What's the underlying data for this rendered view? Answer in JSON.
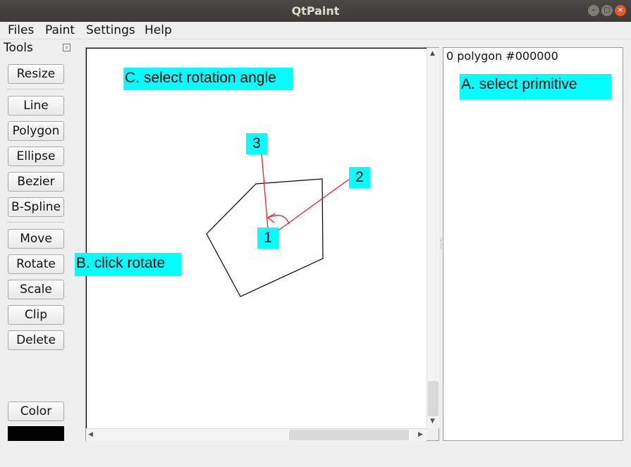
{
  "window": {
    "title": "QtPaint"
  },
  "menu": {
    "files": "Files",
    "paint": "Paint",
    "settings": "Settings",
    "help": "Help"
  },
  "tools": {
    "label": "Tools",
    "resize": "Resize",
    "line": "Line",
    "polygon": "Polygon",
    "ellipse": "Ellipse",
    "bezier": "Bezier",
    "bspline": "B-Spline",
    "move": "Move",
    "rotate": "Rotate",
    "scale": "Scale",
    "clip": "Clip",
    "delete": "Delete",
    "color": "Color",
    "current_color": "#000000"
  },
  "primitives": {
    "items": [
      "0 polygon #000000"
    ]
  },
  "annotations": {
    "a": "A. select primitive",
    "b": "B. click rotate",
    "c": "C. select rotation angle",
    "p1": "1",
    "p2": "2",
    "p3": "3"
  },
  "colors": {
    "highlight": "#00ffff",
    "rotation_line": "#e8202a",
    "polygon_stroke": "#000000"
  }
}
